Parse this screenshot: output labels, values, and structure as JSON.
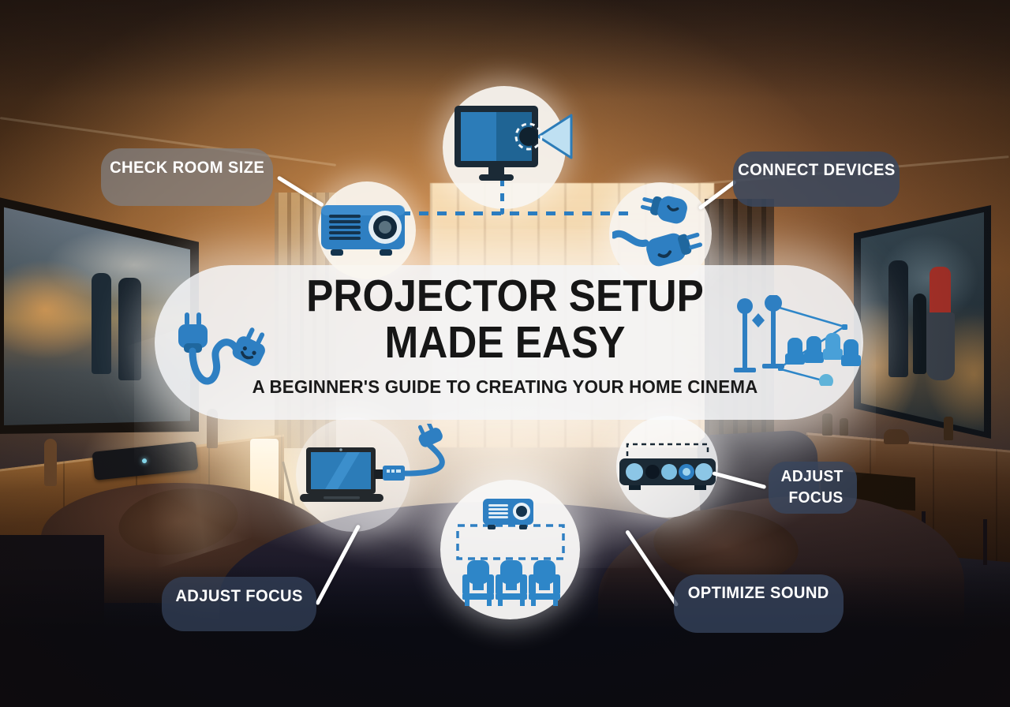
{
  "infographic": {
    "title_line1": "PROJECTOR SETUP",
    "title_line2": "MADE EASY",
    "subtitle": "A BEGINNER'S GUIDE TO CREATING YOUR HOME CINEMA"
  },
  "callouts": {
    "check_room_size": "CHECK ROOM SIZE",
    "connect_devices": "CONNECT DEVICES",
    "adjust_focus_side_line1": "ADJUST",
    "adjust_focus_side_line2": "FOCUS",
    "adjust_focus_bottom": "ADJUST FOCUS",
    "optimize_sound": "OPTIMIZE SOUND"
  },
  "icons": {
    "top_left": "projector-icon",
    "top_center": "screen-with-projection-beam-icon",
    "top_right": "power-plugs-icon",
    "band_left": "cable-with-two-plugs-icon",
    "band_right": "seating-measurement-icon",
    "bottom_left": "laptop-hdmi-cable-icon",
    "bottom_right": "soundbar-knobs-icon",
    "bottom_center": "projector-over-seating-plan-icon"
  },
  "colors": {
    "accent_blue": "#2e7fc2",
    "navy": "#1b2a36",
    "light_blue": "#8cc6e6",
    "callout_bg": "#3a4860",
    "title_text": "#161616"
  }
}
